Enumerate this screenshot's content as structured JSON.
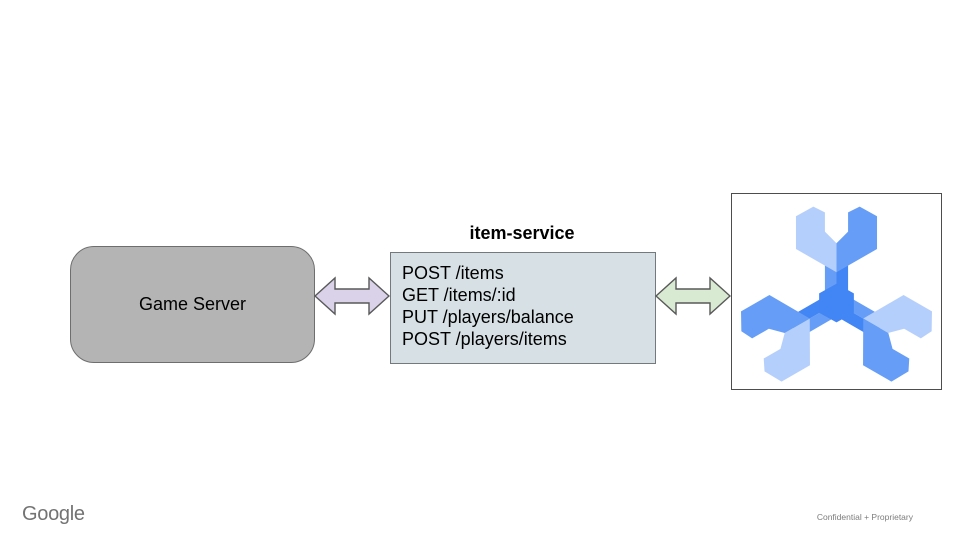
{
  "diagram": {
    "game_server": {
      "label": "Game Server",
      "fill": "#b4b4b4"
    },
    "service": {
      "title": "item-service",
      "endpoints": [
        "POST /items",
        "GET /items/:id",
        "PUT /players/balance",
        "POST /players/items"
      ],
      "fill": "#d7e1e5"
    },
    "arrows": {
      "left_fill": "#d9d2e9",
      "right_fill": "#d9ead3",
      "stroke": "#595959"
    },
    "spanner_icon": {
      "name": "cloud-spanner-icon",
      "colors": {
        "light": "#b5cffc",
        "medium": "#669df6",
        "dark": "#4285f4"
      }
    }
  },
  "footer": {
    "logo": "Google",
    "confidential": "Confidential + Proprietary"
  }
}
